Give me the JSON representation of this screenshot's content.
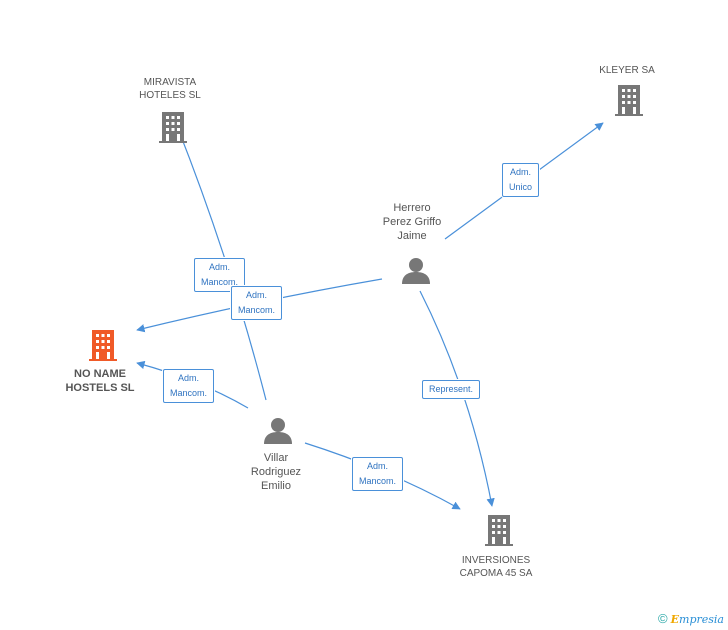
{
  "nodes": {
    "miravista": {
      "line1": "MIRAVISTA",
      "line2": "HOTELES SL"
    },
    "kleyer": {
      "line1": "KLEYER SA"
    },
    "noname": {
      "line1": "NO NAME",
      "line2": "HOSTELS SL"
    },
    "inversiones": {
      "line1": "INVERSIONES",
      "line2": "CAPOMA 45 SA"
    },
    "herrero": {
      "line1": "Herrero",
      "line2": "Perez Griffo",
      "line3": "Jaime"
    },
    "villar": {
      "line1": "Villar",
      "line2": "Rodriguez",
      "line3": "Emilio"
    }
  },
  "edges": {
    "herrero_kleyer": {
      "line1": "Adm.",
      "line2": "Unico"
    },
    "villar_miravista": {
      "line1": "Adm.",
      "line2": "Mancom."
    },
    "herrero_noname": {
      "line1": "Adm.",
      "line2": "Mancom."
    },
    "villar_noname": {
      "line1": "Adm.",
      "line2": "Mancom."
    },
    "herrero_inversiones": {
      "line1": "Represent."
    },
    "villar_inversiones": {
      "line1": "Adm.",
      "line2": "Mancom."
    }
  },
  "colors": {
    "edge": "#4a90d9",
    "company": "#777777",
    "company_highlight": "#f05a28",
    "person": "#777777"
  },
  "footer": {
    "copyright": "©",
    "brand_initial": "E",
    "brand_rest": "mpresia"
  }
}
